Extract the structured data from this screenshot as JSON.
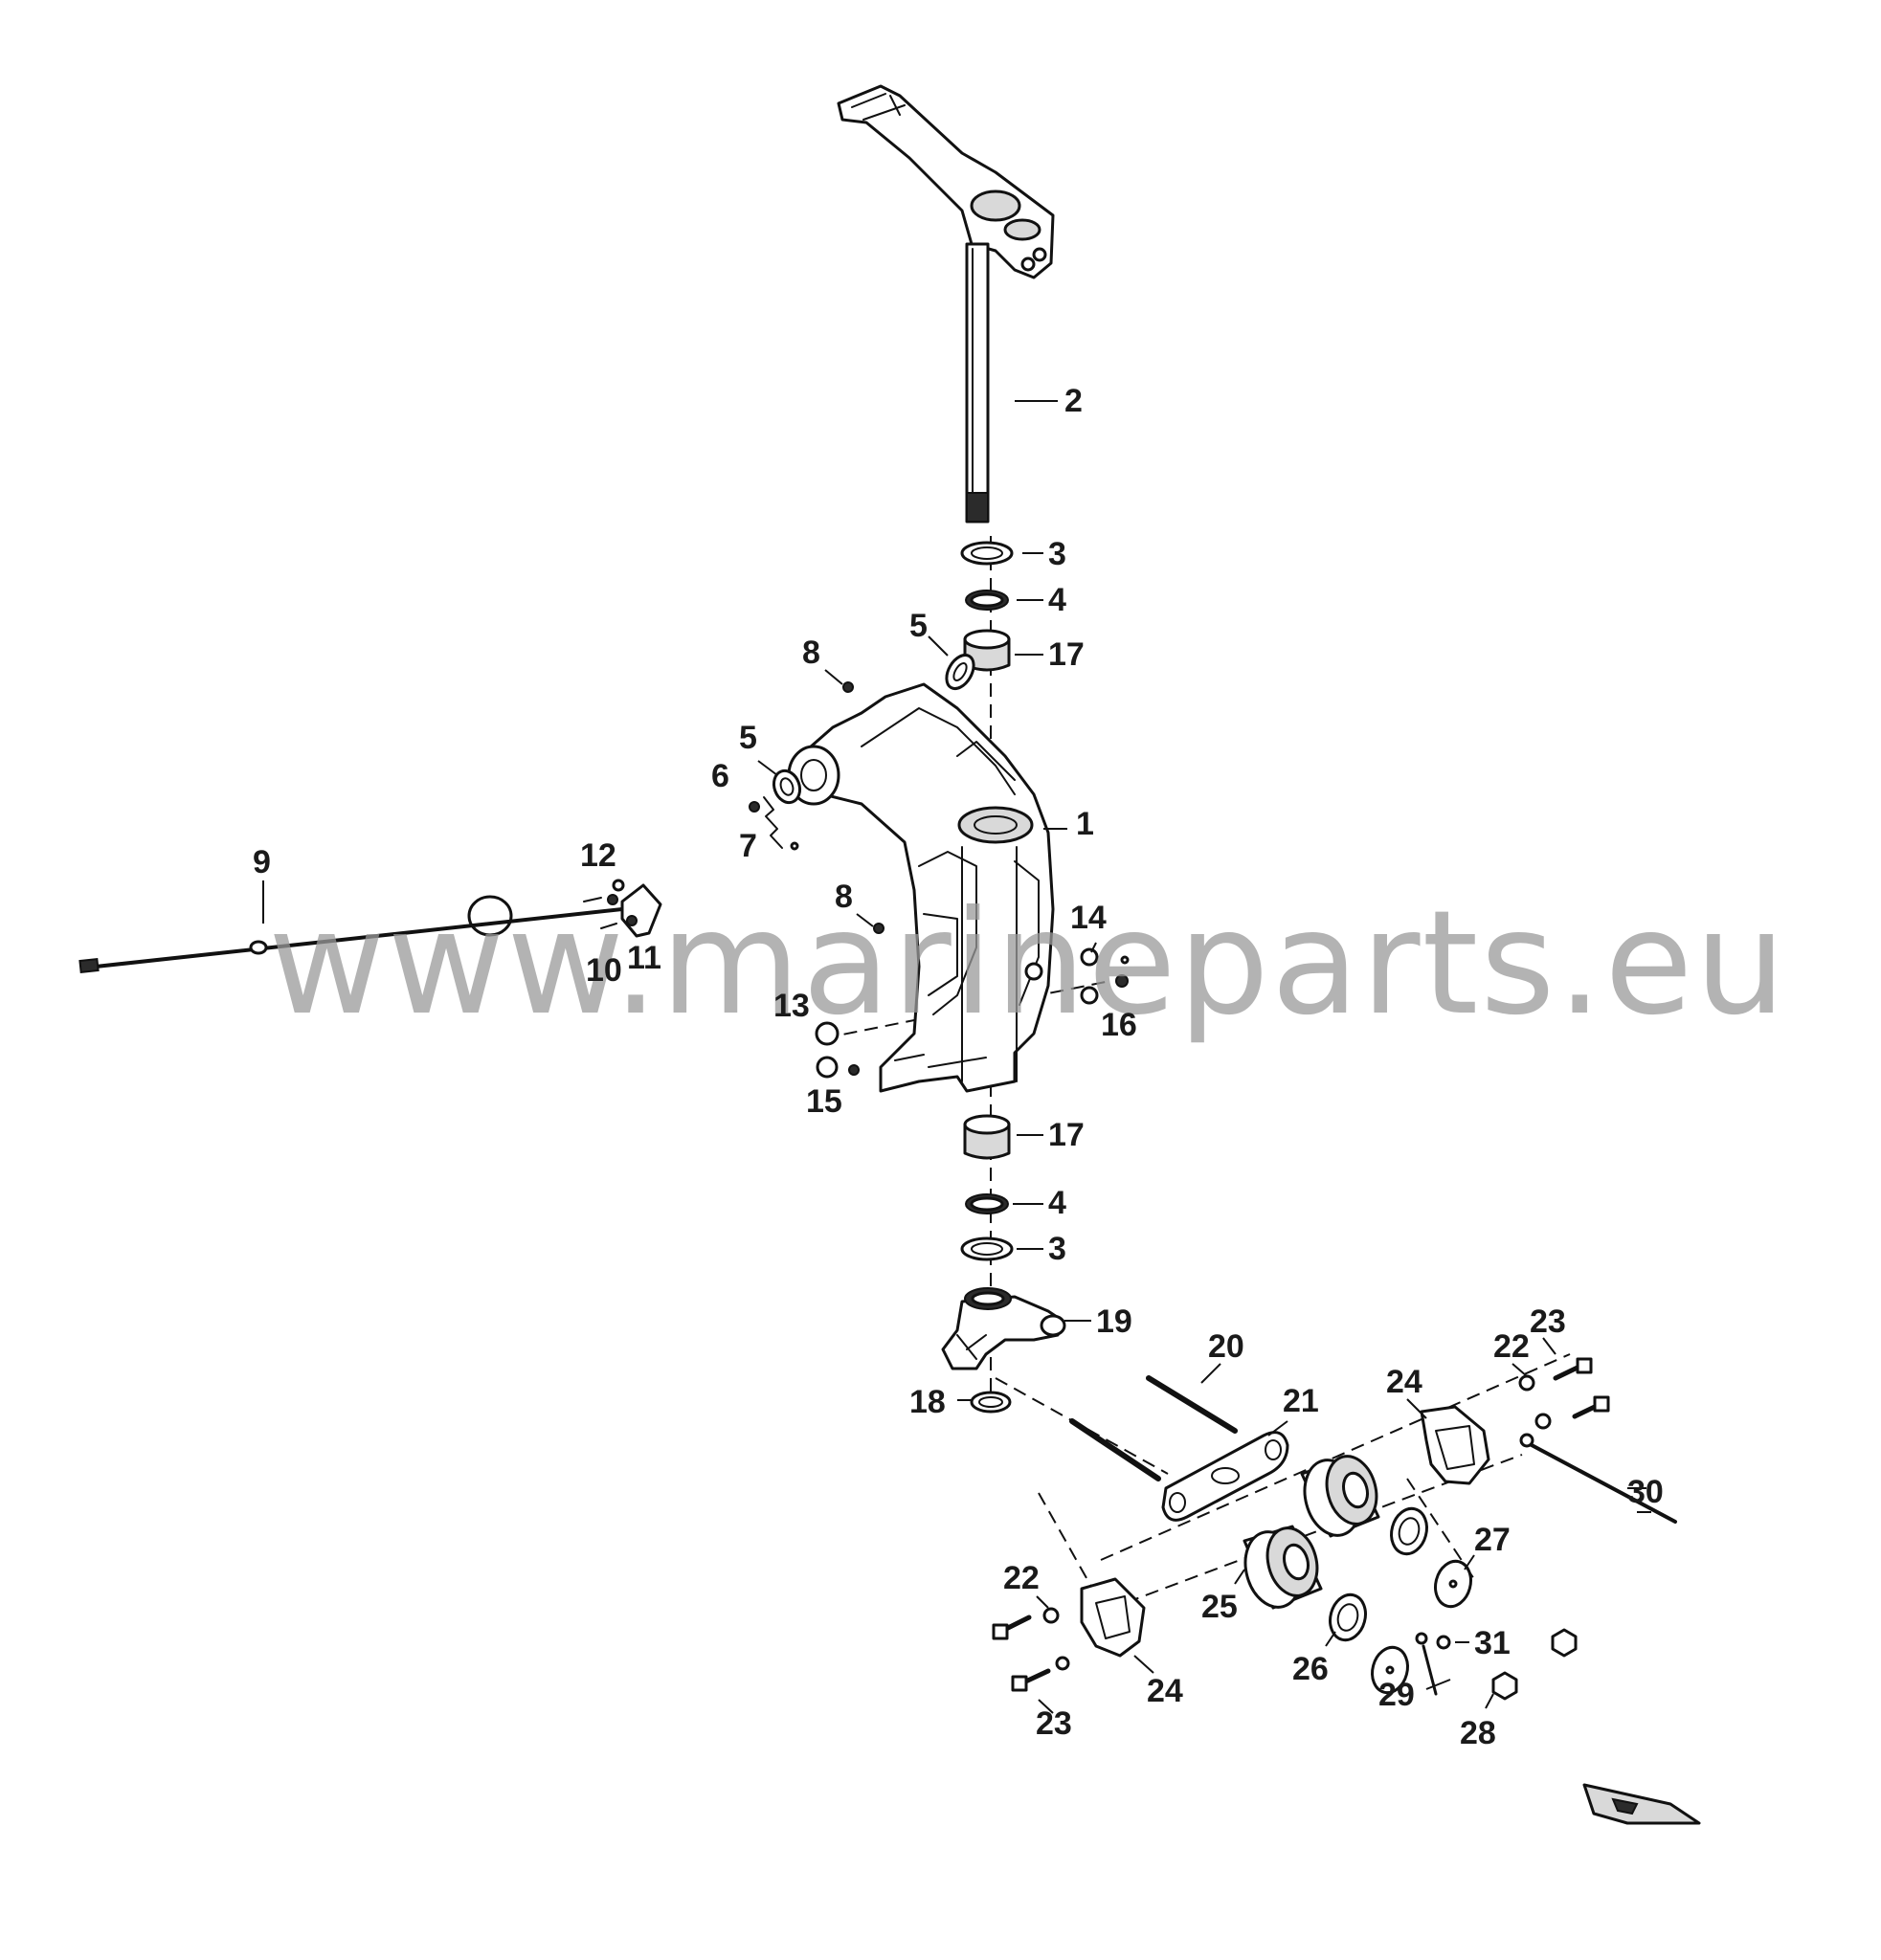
{
  "watermark": "www.marineparts.eu",
  "callouts": [
    {
      "id": "c1",
      "label": "1"
    },
    {
      "id": "c2",
      "label": "2"
    },
    {
      "id": "c3a",
      "label": "3"
    },
    {
      "id": "c3b",
      "label": "3"
    },
    {
      "id": "c4a",
      "label": "4"
    },
    {
      "id": "c4b",
      "label": "4"
    },
    {
      "id": "c5a",
      "label": "5"
    },
    {
      "id": "c5b",
      "label": "5"
    },
    {
      "id": "c6",
      "label": "6"
    },
    {
      "id": "c7",
      "label": "7"
    },
    {
      "id": "c8a",
      "label": "8"
    },
    {
      "id": "c8b",
      "label": "8"
    },
    {
      "id": "c9",
      "label": "9"
    },
    {
      "id": "c10",
      "label": "10"
    },
    {
      "id": "c11",
      "label": "11"
    },
    {
      "id": "c12",
      "label": "12"
    },
    {
      "id": "c13",
      "label": "13"
    },
    {
      "id": "c14",
      "label": "14"
    },
    {
      "id": "c15",
      "label": "15"
    },
    {
      "id": "c16",
      "label": "16"
    },
    {
      "id": "c17a",
      "label": "17"
    },
    {
      "id": "c17b",
      "label": "17"
    },
    {
      "id": "c18",
      "label": "18"
    },
    {
      "id": "c19",
      "label": "19"
    },
    {
      "id": "c20",
      "label": "20"
    },
    {
      "id": "c21",
      "label": "21"
    },
    {
      "id": "c22a",
      "label": "22"
    },
    {
      "id": "c22b",
      "label": "22"
    },
    {
      "id": "c23a",
      "label": "23"
    },
    {
      "id": "c23b",
      "label": "23"
    },
    {
      "id": "c24a",
      "label": "24"
    },
    {
      "id": "c24b",
      "label": "24"
    },
    {
      "id": "c25",
      "label": "25"
    },
    {
      "id": "c26",
      "label": "26"
    },
    {
      "id": "c27",
      "label": "27"
    },
    {
      "id": "c28",
      "label": "28"
    },
    {
      "id": "c29",
      "label": "29"
    },
    {
      "id": "c30",
      "label": "30"
    },
    {
      "id": "c31",
      "label": "31"
    }
  ]
}
